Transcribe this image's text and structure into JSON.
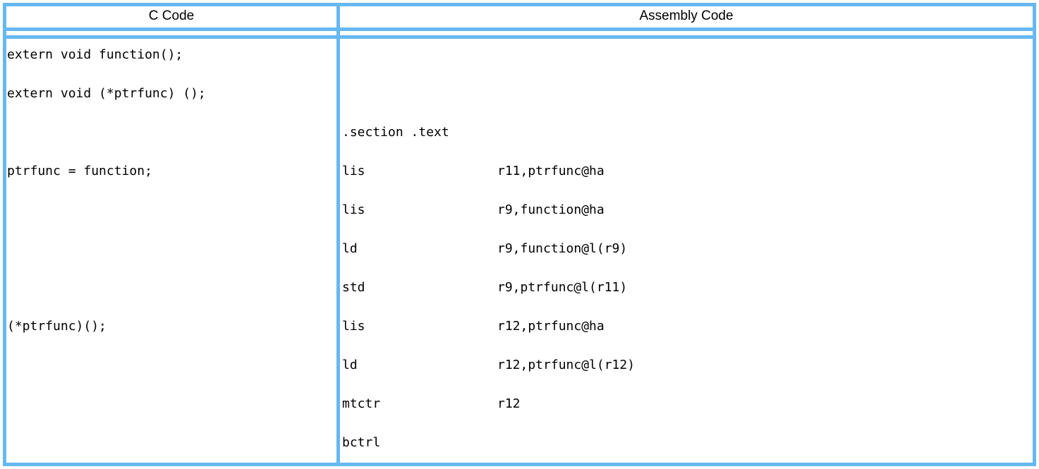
{
  "colors": {
    "border": "#66B8F0",
    "text": "#000000",
    "background": "#FFFFFF"
  },
  "table": {
    "headers": {
      "c": "C Code",
      "asm": "Assembly Code"
    },
    "rows": [
      {
        "c": "extern void function();",
        "asm": ""
      },
      {
        "c": "extern void (*ptrfunc) ();",
        "asm": ""
      },
      {
        "c": "",
        "asm": ".section .text"
      },
      {
        "c": "ptrfunc = function;",
        "asm_op": "lis",
        "asm_args": "r11,ptrfunc@ha"
      },
      {
        "c": "",
        "asm_op": "lis",
        "asm_args": "r9,function@ha"
      },
      {
        "c": "",
        "asm_op": "ld",
        "asm_args": "r9,function@l(r9)"
      },
      {
        "c": "",
        "asm_op": "std",
        "asm_args": "r9,ptrfunc@l(r11)"
      },
      {
        "c": "(*ptrfunc)();",
        "asm_op": "lis",
        "asm_args": "r12,ptrfunc@ha"
      },
      {
        "c": "",
        "asm_op": "ld",
        "asm_args": "r12,ptrfunc@l(r12)"
      },
      {
        "c": "",
        "asm_op": "mtctr",
        "asm_args": "r12"
      },
      {
        "c": "",
        "asm_op": "bctrl",
        "asm_args": ""
      }
    ]
  }
}
